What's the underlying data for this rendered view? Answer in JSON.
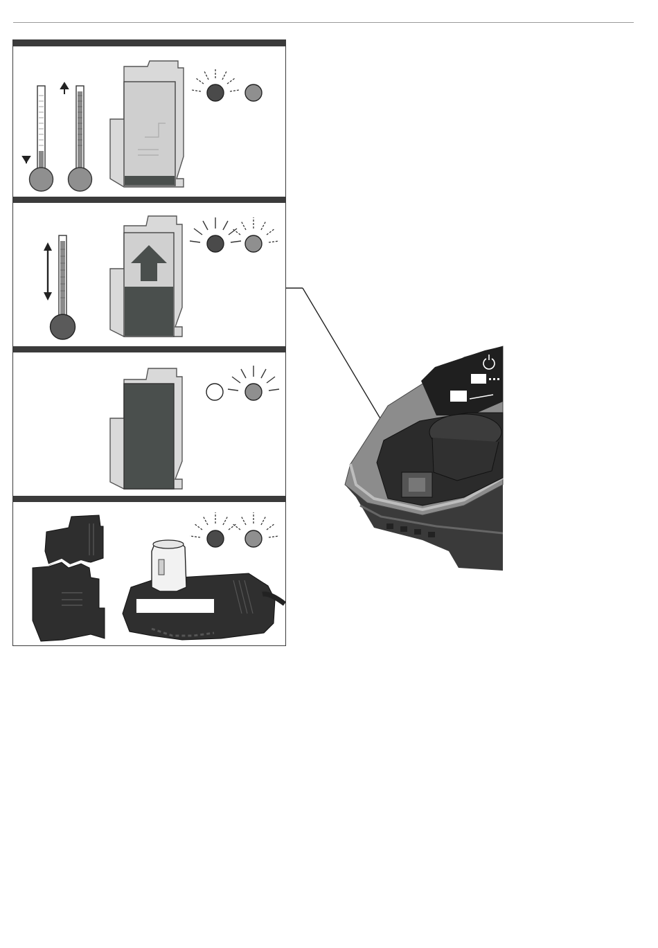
{
  "diagram": {
    "panels": [
      {
        "id": "temperature-fault",
        "led_left": "flashing-dark",
        "led_right": "steady-gray"
      },
      {
        "id": "charging",
        "led_left": "flashing-dark",
        "led_right": "flashing-gray"
      },
      {
        "id": "fully-charged",
        "led_left": "off",
        "led_right": "flashing-gray"
      },
      {
        "id": "defective",
        "led_left": "flashing-dark",
        "led_right": "flashing-gray"
      }
    ],
    "label_box_text": "",
    "colors": {
      "bar": "#3b3b3b",
      "led_dark": "#4a4a4a",
      "led_gray": "#8f8f8f",
      "battery_fill": "#4a4f4d",
      "battery_body": "#d9d9d9"
    }
  }
}
